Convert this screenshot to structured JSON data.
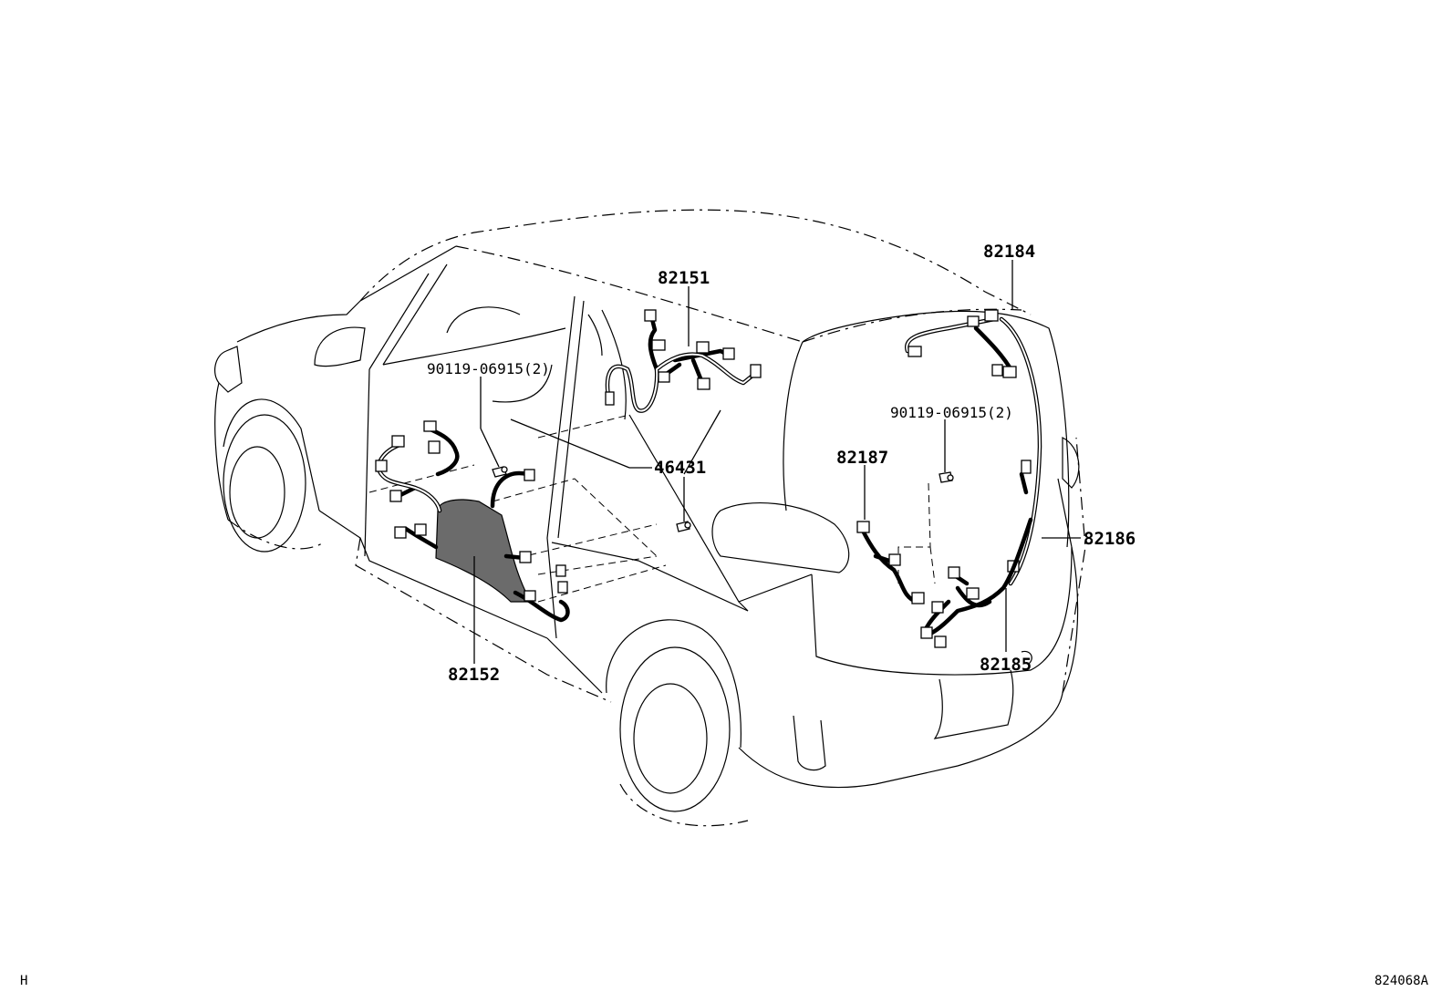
{
  "labels": {
    "p82151": "82151",
    "p82184": "82184",
    "p90119_left": "90119-06915(2)",
    "p90119_right": "90119-06915(2)",
    "p46431": "46431",
    "p82187": "82187",
    "p82186": "82186",
    "p82185": "82185",
    "p82152": "82152"
  },
  "footer": {
    "left_code": "H",
    "right_code": "824068A"
  }
}
